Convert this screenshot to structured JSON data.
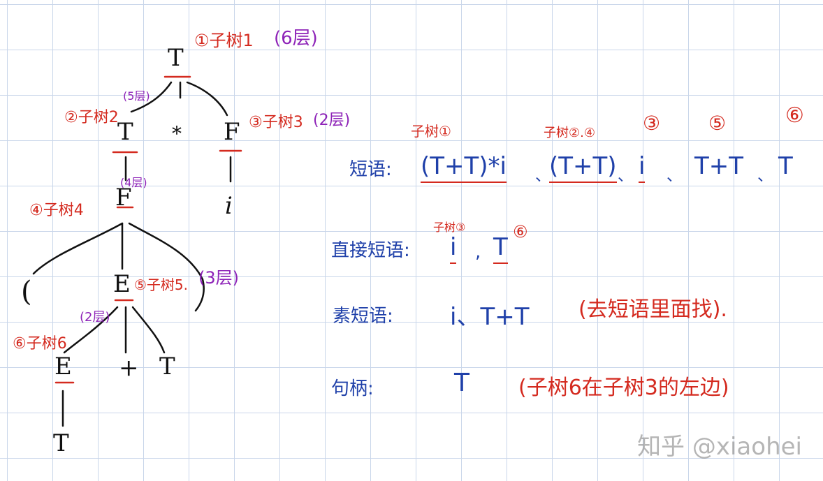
{
  "tree": {
    "nodes": {
      "root": "T",
      "t2": "T",
      "star": "*",
      "f3": "F",
      "i3": "i",
      "f4": "F",
      "paren_l": "(",
      "e5": "E",
      "paren_r": ")",
      "e6": "E",
      "plus": "+",
      "t_plus": "T",
      "t_bottom": "T"
    },
    "labels": {
      "sub1": "①子树1",
      "sub1_layers": "(6层)",
      "sub2": "②子树2",
      "sub2_layers": "(5层)",
      "sub3": "③子树3",
      "sub3_layers": "(2层)",
      "sub4": "④子树4",
      "sub4_layers": "(4层)",
      "sub5": "⑤子树5.",
      "sub5_layers": "(3层)",
      "sub6": "⑥子树6",
      "sub6_layers": "(2层)"
    }
  },
  "notes": {
    "phrase_label": "短语:",
    "phrase_items": [
      "(T+T)*i",
      "、",
      "(T+T)",
      "、",
      "i",
      "、",
      "T+T",
      "、",
      "T"
    ],
    "phrase_refs": [
      "子树①",
      "子树②.④",
      "③",
      "⑤",
      "⑥"
    ],
    "direct_label": "直接短语:",
    "direct_items": [
      "i",
      ",",
      "T"
    ],
    "direct_refs": [
      "子树③",
      "⑥"
    ],
    "prime_label": "素短语:",
    "prime_items": "i、T+T",
    "prime_note": "(去短语里面找).",
    "handle_label": "句柄:",
    "handle_item": "T",
    "handle_note": "(子树6在子树3的左边)"
  },
  "watermark": "知乎 @xiaohei"
}
